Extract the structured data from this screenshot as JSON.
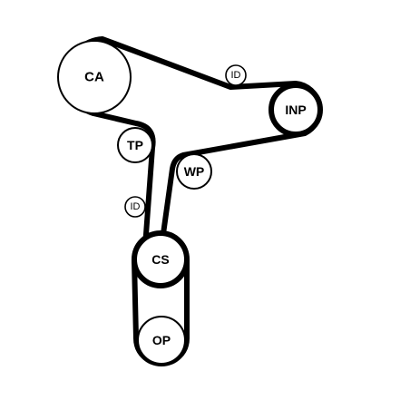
{
  "diagram": {
    "pulleys": {
      "ca": "CA",
      "inp": "INP",
      "tp": "TP",
      "wp": "WP",
      "cs": "CS",
      "op": "OP",
      "id_upper": "ID",
      "id_lower": "ID"
    }
  }
}
